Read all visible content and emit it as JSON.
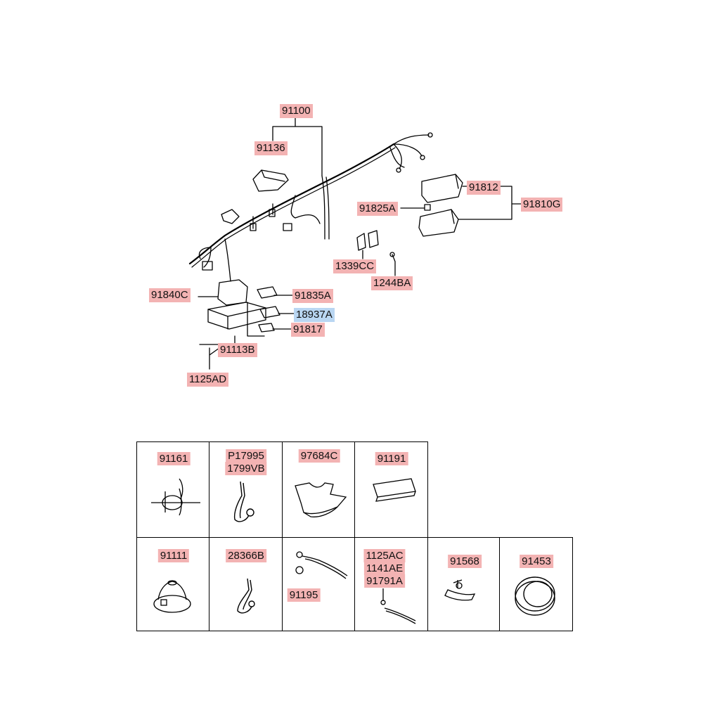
{
  "main": {
    "labels": {
      "p91100": "91100",
      "p91136": "91136",
      "p91812": "91812",
      "p91810G": "91810G",
      "p91825A": "91825A",
      "p1339CC": "1339CC",
      "p1244BA": "1244BA",
      "p91840C": "91840C",
      "p91835A": "91835A",
      "p18937A": "18937A",
      "p91817": "91817",
      "p91113B": "91113B",
      "p1125AD": "1125AD"
    }
  },
  "grid": {
    "row1": [
      "91161",
      "P17995",
      "1799VB",
      "97684C",
      "91191"
    ],
    "row2": [
      "91111",
      "28366B",
      "91195",
      "1125AC",
      "1141AE",
      "91791A",
      "91568",
      "91453"
    ]
  },
  "colors": {
    "label_bg": "#f3b3b3",
    "highlight_bg": "#b9d6f2",
    "line": "#000000"
  }
}
